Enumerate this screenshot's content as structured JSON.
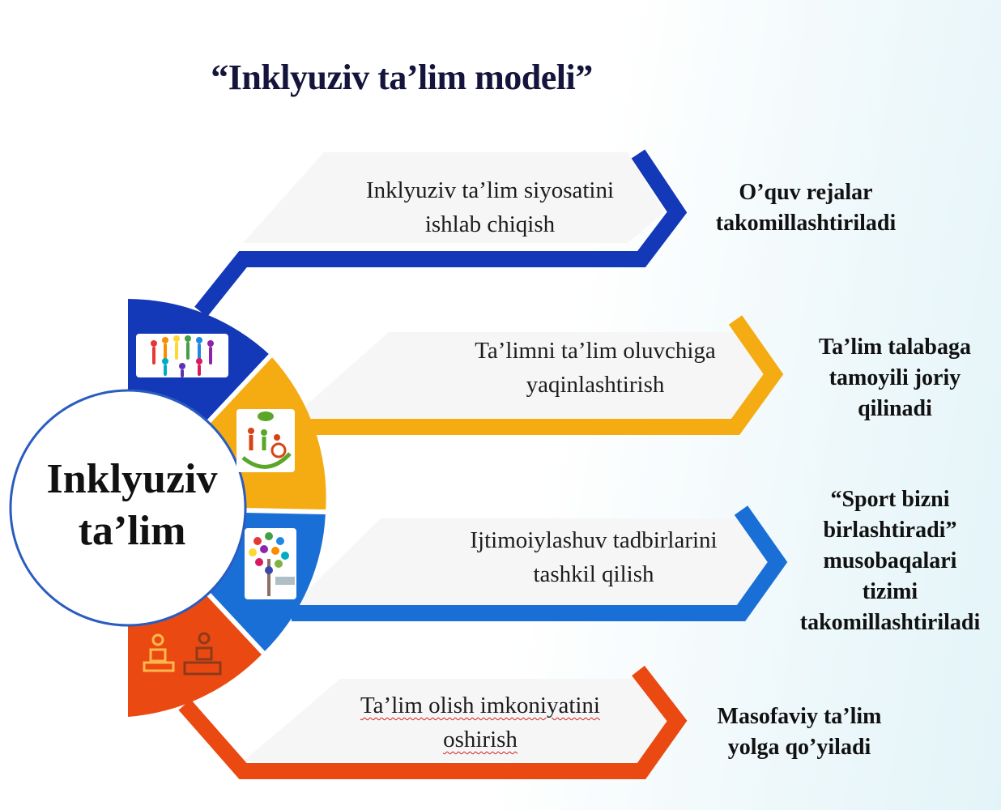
{
  "title": "“Inklyuziv ta’lim modeli”",
  "center": {
    "line1": "Inklyuziv",
    "line2": "ta’lim"
  },
  "branches": [
    {
      "color": "#1338b8",
      "icon": "people-circle-icon",
      "line1": "Inklyuziv ta’lim siyosatini",
      "line2": "ishlab chiqish",
      "result": [
        "O’quv rejalar",
        "takomillashtiriladi"
      ]
    },
    {
      "color": "#f5ac12",
      "icon": "family-wheelchair-icon",
      "line1": "Ta’limni ta’lim oluvchiga",
      "line2": "yaqinlashtirish",
      "result": [
        "Ta’lim talabaga",
        "tamoyili joriy",
        "qilinadi"
      ]
    },
    {
      "color": "#1a6fd6",
      "icon": "colorful-tree-icon",
      "line1": "Ijtimoiylashuv tadbirlarini",
      "line2": "tashkil qilish",
      "result": [
        "“Sport bizni",
        "birlashtiradi”",
        "musobaqalari",
        "tizimi",
        "takomillashtiriladi"
      ]
    },
    {
      "color": "#ea4a12",
      "icon": "classroom-icon",
      "line1": "Ta’lim olish imkoniyatini",
      "line2": "oshirish",
      "result": [
        "Masofaviy ta’lim",
        "yolga qo’yiladi"
      ]
    }
  ]
}
